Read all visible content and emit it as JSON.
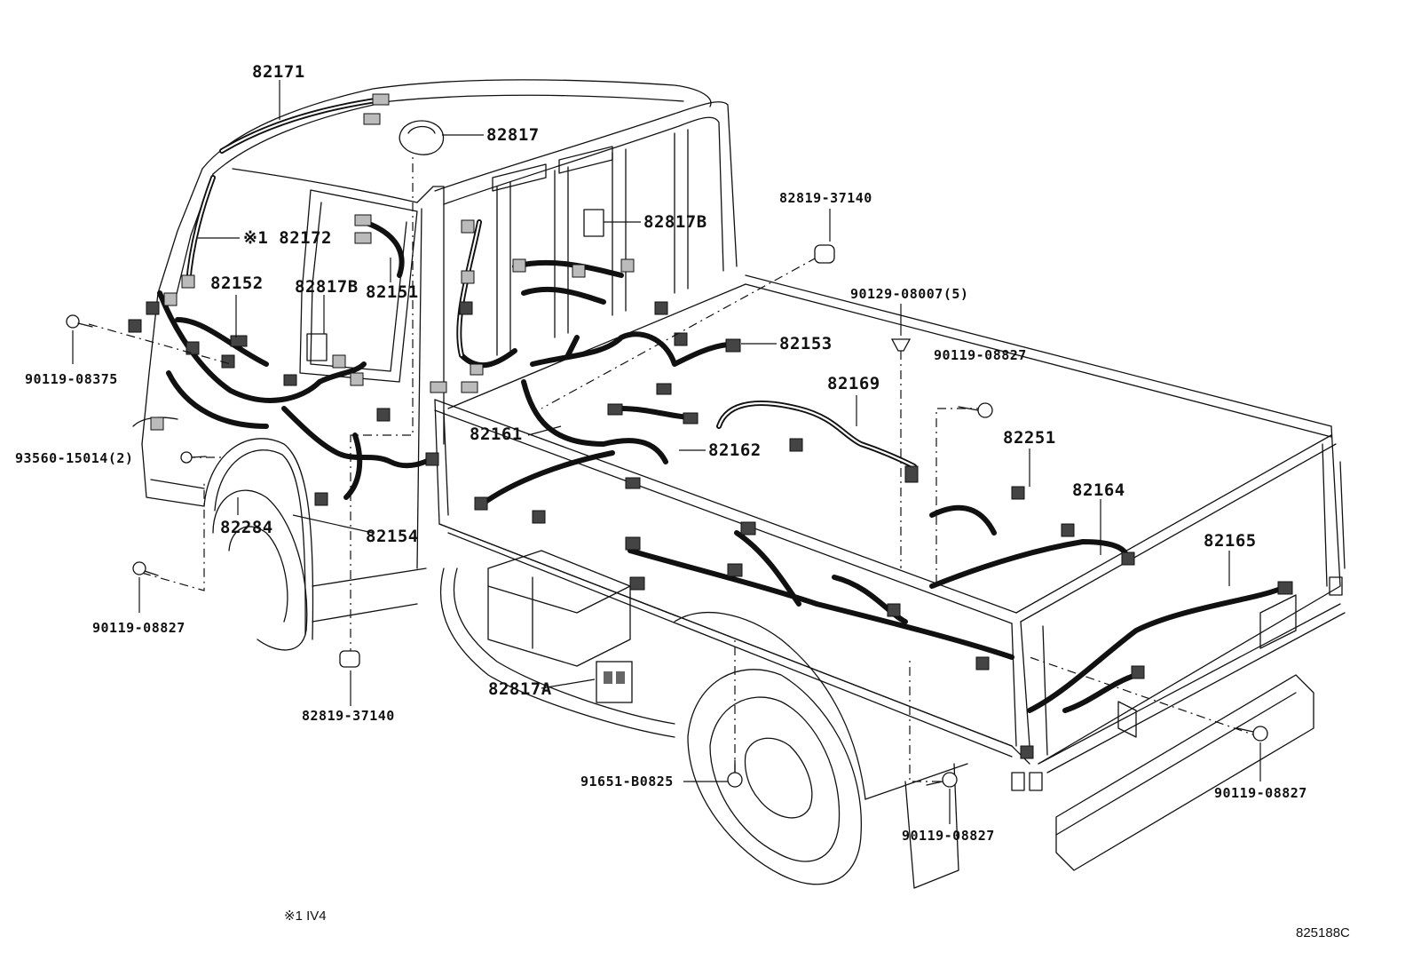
{
  "labels": {
    "p82171": "82171",
    "p82817": "82817",
    "p82819_top": "82819-37140",
    "p82817B_right": "82817B",
    "p82172": "※1 82172",
    "p82152": "82152",
    "p82817B_left": "82817B",
    "p82151": "82151",
    "p90129": "90129-08007(5)",
    "p82153": "82153",
    "p90119_upper_right": "90119-08827",
    "p90119_08375": "90119-08375",
    "p82169": "82169",
    "p82161": "82161",
    "p82162": "82162",
    "p82251": "82251",
    "p93560": "93560-15014(2)",
    "p82164": "82164",
    "p82284": "82284",
    "p82154": "82154",
    "p82165": "82165",
    "p90119_left": "90119-08827",
    "p82819_bottom": "82819-37140",
    "p82817A": "82817A",
    "p91651": "91651-B0825",
    "p90119_rear": "90119-08827",
    "p90119_bottom": "90119-08827"
  },
  "footnote": "※1 IV4",
  "diagram_code": "825188C"
}
